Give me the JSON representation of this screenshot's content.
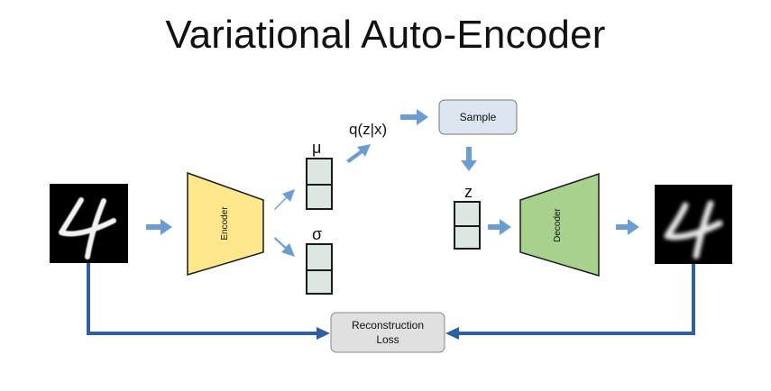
{
  "title": "Variational Auto-Encoder",
  "encoder": {
    "label": "Encoder",
    "fill": "#FFE88C"
  },
  "decoder": {
    "label": "Decoder",
    "fill": "#A9D18E"
  },
  "mu": {
    "label": "μ"
  },
  "sigma": {
    "label": "σ"
  },
  "posterior": {
    "label": "q(z|x)"
  },
  "sample": {
    "label": "Sample",
    "fill": "#DCE6F0"
  },
  "z": {
    "label": "z"
  },
  "loss": {
    "line1": "Reconstruction",
    "line2": "Loss",
    "fill": "#E0E0E0"
  },
  "input_image": {
    "icon": "mnist-digit-4"
  },
  "output_image": {
    "icon": "reconstructed-digit-4"
  },
  "colors": {
    "arrow": "#6A9ED3",
    "loss_line": "#2E5FA6",
    "latent_box": "#DDE7E1",
    "stroke": "#1a1a1a"
  }
}
